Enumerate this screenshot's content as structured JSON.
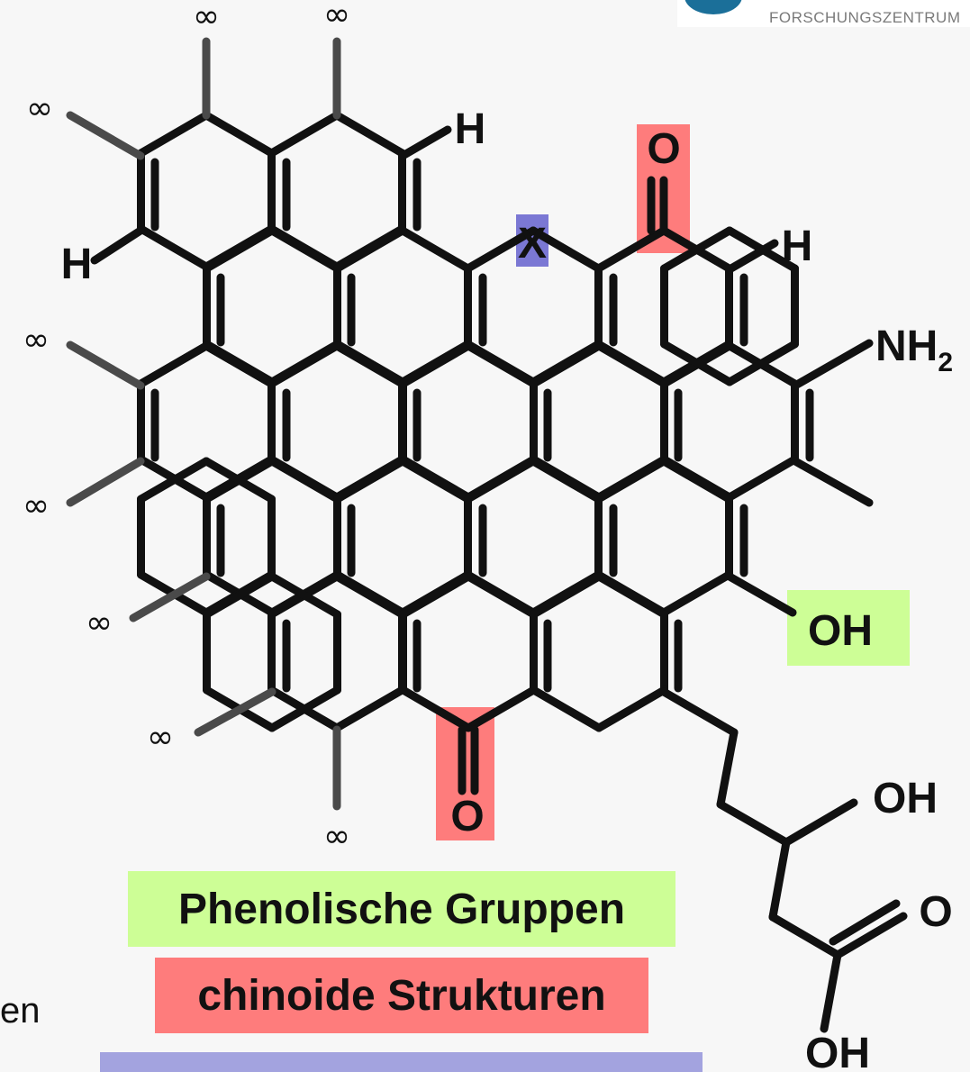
{
  "logo": {
    "text": "FORSCHUNGSZENTRUM",
    "color": "#1b6f99"
  },
  "colors": {
    "bond": "#111111",
    "stub": "#4a4a4a",
    "phenolic": "#cdfe96",
    "quinoid": "#fe7c7c",
    "heteroatom": "#7b78d4",
    "legend_third": "#a3a3df",
    "background": "#f7f7f7"
  },
  "molecule": {
    "infinity_symbol": "∞",
    "atoms": [
      {
        "name": "atom-h-top",
        "text": "H"
      },
      {
        "name": "atom-h-left",
        "text": "H"
      },
      {
        "name": "atom-h-right",
        "text": "H"
      },
      {
        "name": "atom-x-heteroatom",
        "text": "X"
      },
      {
        "name": "atom-o-quinone-top",
        "text": "O"
      },
      {
        "name": "atom-o-quinone-bottom",
        "text": "O"
      },
      {
        "name": "atom-nh2",
        "text": "NH",
        "subscript": "2"
      },
      {
        "name": "atom-oh-phenolic",
        "text": "OH"
      },
      {
        "name": "atom-oh-sidechain",
        "text": "OH"
      },
      {
        "name": "atom-o-carboxyl",
        "text": "O"
      },
      {
        "name": "atom-oh-carboxyl",
        "text": "OH"
      }
    ]
  },
  "legend": {
    "phenolic_label": "Phenolische Gruppen",
    "quinoid_label": "chinoide Strukturen"
  },
  "side_text": "en"
}
